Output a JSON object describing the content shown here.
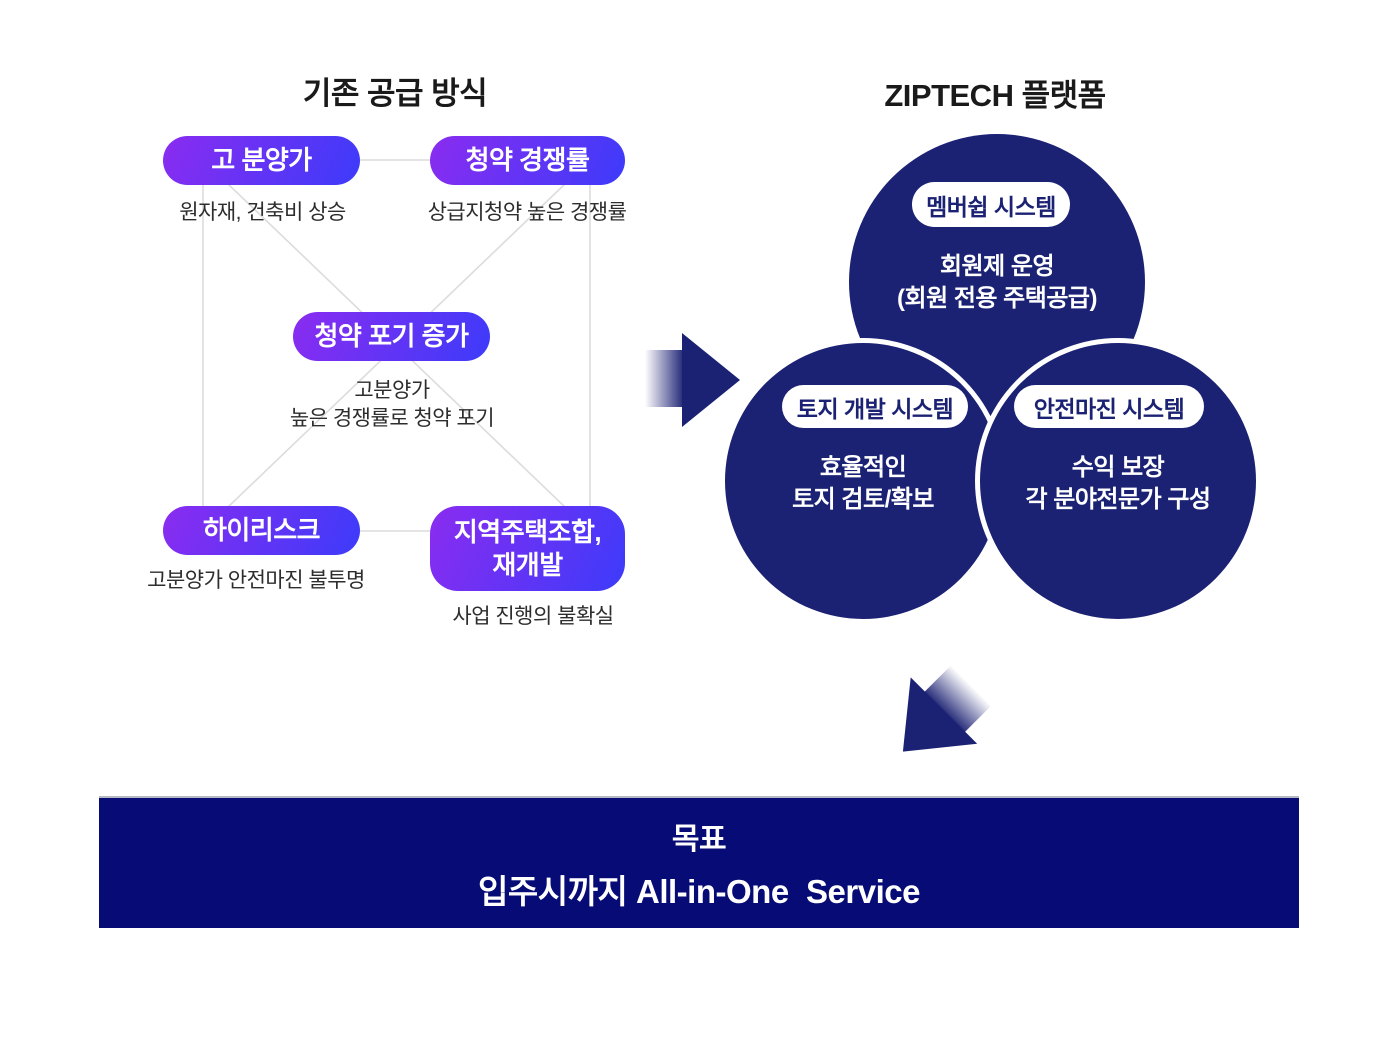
{
  "left_panel": {
    "title": "기존 공급 방식",
    "nodes": [
      {
        "label": "고 분양가",
        "desc": "원자재, 건축비 상승"
      },
      {
        "label": "청약 경쟁률",
        "desc": "상급지청약 높은 경쟁률"
      },
      {
        "label": "청약 포기 증가",
        "desc": "고분양가\n높은 경쟁률로 청약 포기"
      },
      {
        "label": "하이리스크",
        "desc": "고분양가 안전마진 불투명"
      },
      {
        "label": "지역주택조합,\n재개발",
        "desc": "사업 진행의 불확실"
      }
    ]
  },
  "right_panel": {
    "title": "ZIPTECH 플랫폼",
    "circles": [
      {
        "badge": "멤버쉽 시스템",
        "line1": "회원제 운영",
        "line2": "(회원 전용 주택공급)"
      },
      {
        "badge": "토지 개발 시스템",
        "line1": "효율적인",
        "line2": "토지 검토/확보"
      },
      {
        "badge": "안전마진 시스템",
        "line1": "수익 보장",
        "line2": "각 분야전문가 구성"
      }
    ]
  },
  "banner": {
    "title": "목표",
    "subtitle": "입주시까지 All-in-One  Service"
  },
  "icons": {
    "flow_right": "arrow-right",
    "flow_down_left": "arrow-down-left"
  },
  "colors": {
    "navy": "#1b2173",
    "banner_navy": "#070b76",
    "pill_grad_start": "#8a2cf0",
    "pill_grad_end": "#3d3bfa",
    "line_gray": "#dcdcdc",
    "title_color": "#1a1a1a",
    "desc_color": "#2d2d2d"
  }
}
